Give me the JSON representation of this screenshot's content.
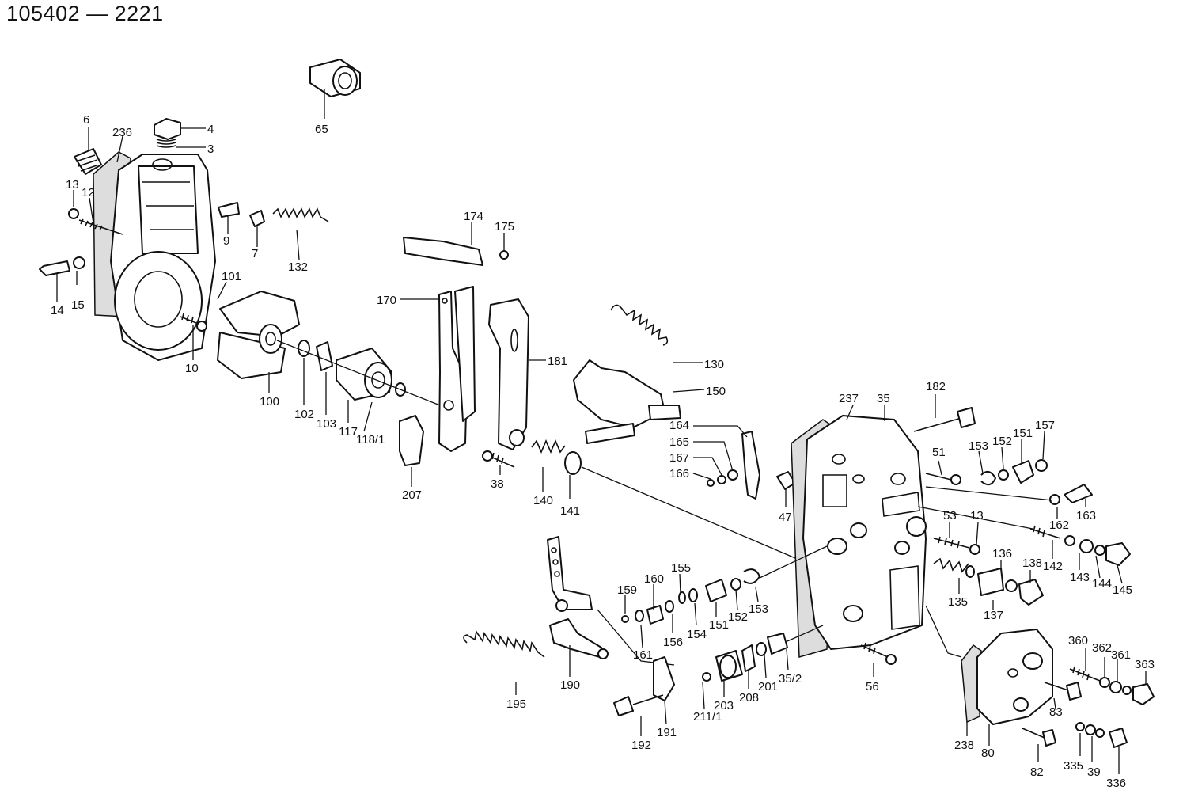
{
  "title": "105402 — 2221",
  "callouts": [
    {
      "id": "c65",
      "text": "65"
    },
    {
      "id": "c6",
      "text": "6"
    },
    {
      "id": "c236",
      "text": "236"
    },
    {
      "id": "c4",
      "text": "4"
    },
    {
      "id": "c3",
      "text": "3"
    },
    {
      "id": "c13a",
      "text": "13"
    },
    {
      "id": "c12",
      "text": "12"
    },
    {
      "id": "c9",
      "text": "9"
    },
    {
      "id": "c7",
      "text": "7"
    },
    {
      "id": "c132",
      "text": "132"
    },
    {
      "id": "c14",
      "text": "14"
    },
    {
      "id": "c15",
      "text": "15"
    },
    {
      "id": "c101",
      "text": "101"
    },
    {
      "id": "c10",
      "text": "10"
    },
    {
      "id": "c100",
      "text": "100"
    },
    {
      "id": "c102",
      "text": "102"
    },
    {
      "id": "c103",
      "text": "103"
    },
    {
      "id": "c117",
      "text": "117"
    },
    {
      "id": "c118",
      "text": "118/1"
    },
    {
      "id": "c174",
      "text": "174"
    },
    {
      "id": "c175",
      "text": "175"
    },
    {
      "id": "c170",
      "text": "170"
    },
    {
      "id": "c181",
      "text": "181"
    },
    {
      "id": "c207",
      "text": "207"
    },
    {
      "id": "c38",
      "text": "38"
    },
    {
      "id": "c140",
      "text": "140"
    },
    {
      "id": "c141",
      "text": "141"
    },
    {
      "id": "c130",
      "text": "130"
    },
    {
      "id": "c150",
      "text": "150"
    },
    {
      "id": "c164",
      "text": "164"
    },
    {
      "id": "c165",
      "text": "165"
    },
    {
      "id": "c167",
      "text": "167"
    },
    {
      "id": "c166",
      "text": "166"
    },
    {
      "id": "c47",
      "text": "47"
    },
    {
      "id": "c237",
      "text": "237"
    },
    {
      "id": "c35",
      "text": "35"
    },
    {
      "id": "c182",
      "text": "182"
    },
    {
      "id": "c51a",
      "text": "51"
    },
    {
      "id": "c153a",
      "text": "153"
    },
    {
      "id": "c152a",
      "text": "152"
    },
    {
      "id": "c151a",
      "text": "151"
    },
    {
      "id": "c157",
      "text": "157"
    },
    {
      "id": "c53",
      "text": "53"
    },
    {
      "id": "c13b",
      "text": "13"
    },
    {
      "id": "c162",
      "text": "162"
    },
    {
      "id": "c163",
      "text": "163"
    },
    {
      "id": "c142",
      "text": "142"
    },
    {
      "id": "c143",
      "text": "143"
    },
    {
      "id": "c144",
      "text": "144"
    },
    {
      "id": "c145",
      "text": "145"
    },
    {
      "id": "c136",
      "text": "136"
    },
    {
      "id": "c138",
      "text": "138"
    },
    {
      "id": "c135",
      "text": "135"
    },
    {
      "id": "c137",
      "text": "137"
    },
    {
      "id": "c159",
      "text": "159"
    },
    {
      "id": "c160",
      "text": "160"
    },
    {
      "id": "c155",
      "text": "155"
    },
    {
      "id": "c161",
      "text": "161"
    },
    {
      "id": "c156",
      "text": "156"
    },
    {
      "id": "c154",
      "text": "154"
    },
    {
      "id": "c151b",
      "text": "151"
    },
    {
      "id": "c152b",
      "text": "152"
    },
    {
      "id": "c153b",
      "text": "153"
    },
    {
      "id": "c190",
      "text": "190"
    },
    {
      "id": "c195",
      "text": "195"
    },
    {
      "id": "c192",
      "text": "192"
    },
    {
      "id": "c191",
      "text": "191"
    },
    {
      "id": "c211",
      "text": "211/1"
    },
    {
      "id": "c203",
      "text": "203"
    },
    {
      "id": "c208",
      "text": "208"
    },
    {
      "id": "c201",
      "text": "201"
    },
    {
      "id": "c352",
      "text": "35/2"
    },
    {
      "id": "c56",
      "text": "56"
    },
    {
      "id": "c238",
      "text": "238"
    },
    {
      "id": "c80",
      "text": "80"
    },
    {
      "id": "c82",
      "text": "82"
    },
    {
      "id": "c83",
      "text": "83"
    },
    {
      "id": "c360",
      "text": "360"
    },
    {
      "id": "c362",
      "text": "362"
    },
    {
      "id": "c361",
      "text": "361"
    },
    {
      "id": "c363",
      "text": "363"
    },
    {
      "id": "c335",
      "text": "335"
    },
    {
      "id": "c39",
      "text": "39"
    },
    {
      "id": "c336",
      "text": "336"
    }
  ]
}
